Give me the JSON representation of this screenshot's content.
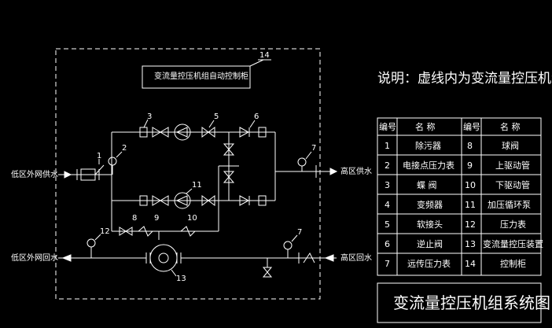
{
  "cabinet": {
    "label": "变流量控压机组自动控制柜",
    "number": "14"
  },
  "note": "说明：虚线内为变流量控压机组",
  "flows": {
    "low_supply": "低区外网供水",
    "high_supply": "高区供水",
    "low_return": "低区外网回水",
    "high_return": "高区回水"
  },
  "callouts": [
    "1",
    "2",
    "3",
    "5",
    "6",
    "7",
    "11",
    "8",
    "9",
    "10",
    "12",
    "7",
    "13"
  ],
  "legend": {
    "headers": [
      "编号",
      "名 称",
      "编号",
      "名 称"
    ],
    "rows": [
      [
        "1",
        "除污器",
        "8",
        "球阀"
      ],
      [
        "2",
        "电接点压力表",
        "9",
        "上驱动管"
      ],
      [
        "3",
        "蝶 阀",
        "10",
        "下驱动管"
      ],
      [
        "4",
        "变频器",
        "11",
        "加压循环泵"
      ],
      [
        "5",
        "软接头",
        "12",
        "压力表"
      ],
      [
        "6",
        "逆止阀",
        "13",
        "变流量控压装置"
      ],
      [
        "7",
        "远传压力表",
        "14",
        "控制柜"
      ]
    ]
  },
  "title": "变流量控压机组系统图"
}
